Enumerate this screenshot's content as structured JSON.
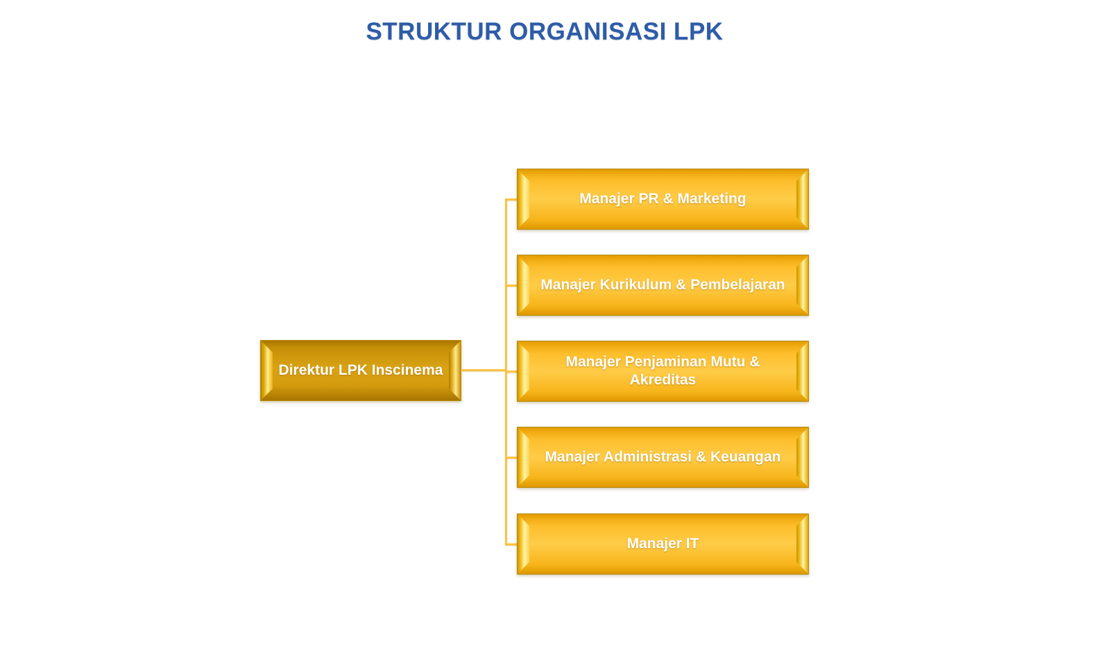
{
  "title": {
    "text": "STRUKTUR ORGANISASI LPK"
  },
  "org_chart": {
    "root": {
      "label": "Direktur LPK Inscinema"
    },
    "children": [
      {
        "label": "Manajer PR & Marketing"
      },
      {
        "label": "Manajer Kurikulum & Pembelajaran"
      },
      {
        "label": "Manajer Penjaminan Mutu & Akreditas"
      },
      {
        "label": "Manajer Administrasi & Keuangan"
      },
      {
        "label": "Manajer IT"
      }
    ]
  },
  "colors": {
    "background": "#FFFFFF",
    "title_text": "#2E5CA8",
    "connector_line": "#FFC342",
    "child_box_fill": "#FFCC48",
    "root_box_fill": "#D9A315",
    "bevel_highlight": "#FFF3A6",
    "box_border": "#B68A00",
    "box_label_text": "#FFFFFF"
  }
}
